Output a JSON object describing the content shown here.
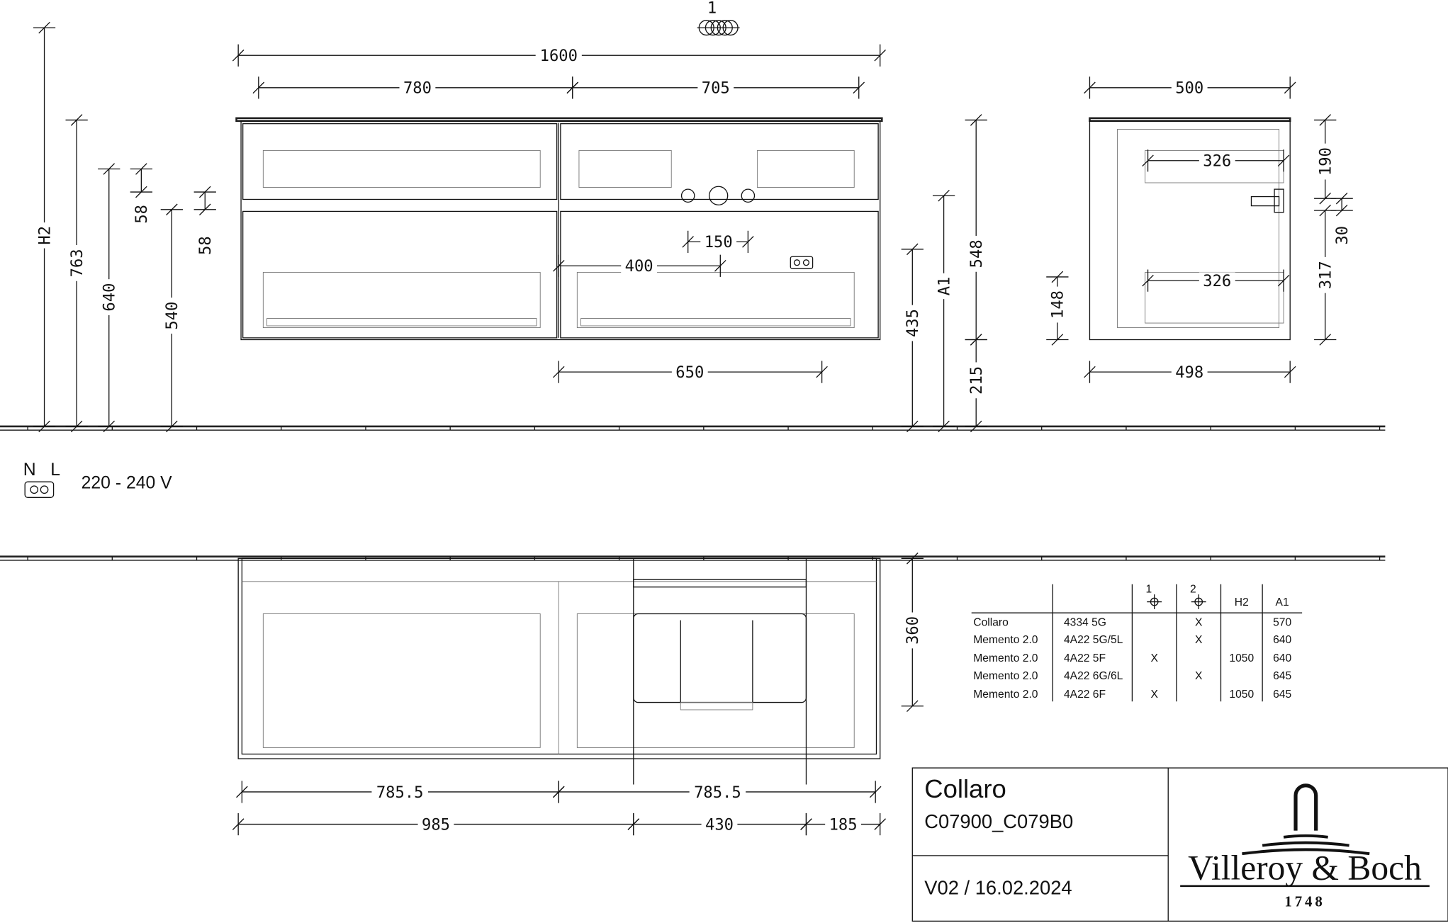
{
  "view_marker": "1",
  "front_view": {
    "width_total": "1600",
    "width_left": "780",
    "width_right": "705",
    "h2": "H2",
    "h763": "763",
    "h640": "640",
    "h540": "540",
    "gap58_a": "58",
    "gap58_b": "58",
    "tap_spacing": "150",
    "offset400": "400",
    "offset650": "650",
    "h435": "435",
    "a1": "A1",
    "h548": "548",
    "h215": "215"
  },
  "side_view": {
    "depth_top": "500",
    "depth_bottom": "498",
    "drawer_upper": "326",
    "drawer_lower": "326",
    "h190": "190",
    "h30": "30",
    "h317": "317",
    "h148": "148"
  },
  "electrical": {
    "neutral": "N",
    "live": "L",
    "voltage": "220 - 240 V"
  },
  "top_view": {
    "h360": "360",
    "half_left": "785.5",
    "half_right": "785.5",
    "seg985": "985",
    "seg430": "430",
    "seg185": "185"
  },
  "table": {
    "headers": [
      "",
      "",
      "1",
      "2",
      "H2",
      "A1"
    ],
    "rows": [
      [
        "Collaro",
        "4334 5G",
        "",
        "X",
        "",
        "570"
      ],
      [
        "Memento 2.0",
        "4A22 5G/5L",
        "",
        "X",
        "",
        "640"
      ],
      [
        "Memento 2.0",
        "4A22 5F",
        "X",
        "",
        "1050",
        "640"
      ],
      [
        "Memento 2.0",
        "4A22 6G/6L",
        "",
        "X",
        "",
        "645"
      ],
      [
        "Memento 2.0",
        "4A22 6F",
        "X",
        "",
        "1050",
        "645"
      ]
    ]
  },
  "title_block": {
    "product": "Collaro",
    "code": "C07900_C079B0",
    "version": "V02 / 16.02.2024",
    "brand": "Villeroy & Boch",
    "brand_year": "1748"
  }
}
